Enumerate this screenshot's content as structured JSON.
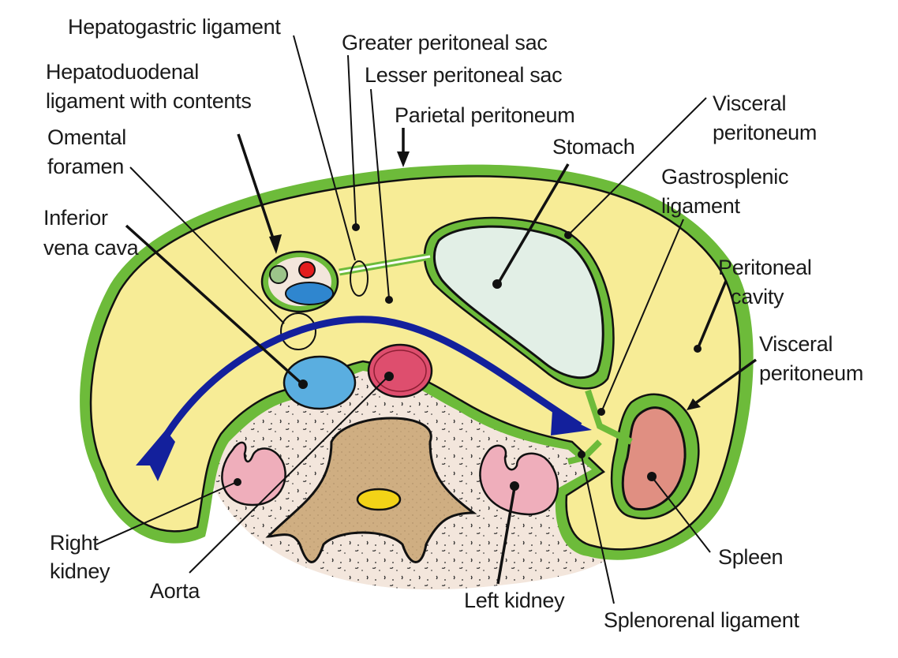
{
  "figure": {
    "title": "Transverse section of the abdomen showing peritoneum",
    "colors": {
      "peritoneal_cavity": "#f7ec96",
      "peritoneum": "#6dbb3a",
      "retroperitoneum": "#f3e6dc",
      "stomach": "#e2efe6",
      "kidney": "#efaebb",
      "spleen": "#e08f82",
      "ivc": "#5aaee0",
      "aorta": "#de4e6e",
      "vertebra": "#cfae82",
      "spinal_cord": "#f3d317",
      "portal_vein": "#2f86cf",
      "hepatic_artery": "#e31d1d",
      "bile_duct": "#9cc48a",
      "flow_arrow": "#13209c"
    },
    "labels": {
      "hepatogastric_ligament": "Hepatogastric ligament",
      "greater_peritoneal_sac": "Greater peritoneal sac",
      "lesser_peritoneal_sac": "Lesser peritoneal sac",
      "hepatoduodenal_ligament": [
        "Hepatoduodenal",
        "ligament with contents"
      ],
      "parietal_peritoneum": "Parietal peritoneum",
      "omental_foramen": [
        "Omental",
        "foramen"
      ],
      "stomach": "Stomach",
      "visceral_peritoneum_top": [
        "Visceral",
        "peritoneum"
      ],
      "gastrosplenic_ligament": [
        "Gastrosplenic",
        "ligament"
      ],
      "inferior_vena_cava": [
        "Inferior",
        "vena cava"
      ],
      "peritoneal_cavity": [
        "Peritoneal",
        "cavity"
      ],
      "visceral_peritoneum_right": [
        "Visceral",
        "peritoneum"
      ],
      "right_kidney": [
        "Right",
        "kidney"
      ],
      "aorta": "Aorta",
      "left_kidney": "Left kidney",
      "spleen": "Spleen",
      "splenorenal_ligament": "Splenorenal ligament"
    }
  }
}
